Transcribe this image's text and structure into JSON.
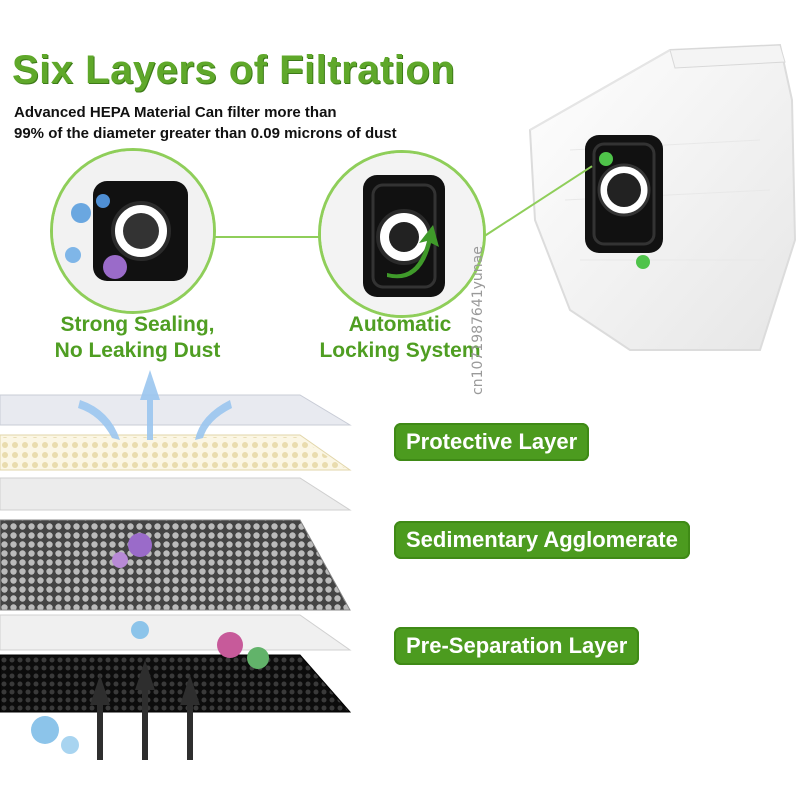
{
  "header": {
    "title": "Six Layers of Filtration",
    "subtitle_line1": "Advanced HEPA Material Can filter more than",
    "subtitle_line2": "99% of the diameter greater than 0.09 microns of dust"
  },
  "features": [
    {
      "line1": "Strong Sealing,",
      "line2": "No Leaking Dust"
    },
    {
      "line1": "Automatic",
      "line2": "Locking System"
    }
  ],
  "layers": [
    {
      "label": "Protective Layer"
    },
    {
      "label": "Sedimentary Agglomerate"
    },
    {
      "label": "Pre-Separation Layer"
    }
  ],
  "watermark": "cn1071987641yunae",
  "colors": {
    "accent": "#4c9b1f",
    "title": "#5fa82a",
    "connector": "#8fce5a"
  }
}
